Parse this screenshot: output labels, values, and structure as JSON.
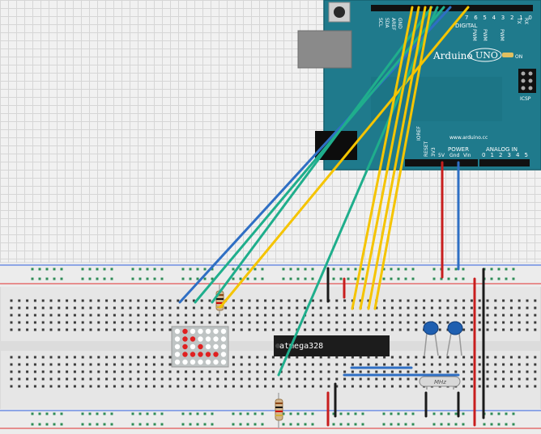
{
  "arduino": {
    "brand": "Arduino",
    "model": "UNO",
    "on_label": "ON",
    "url": "www.arduino.cc",
    "icsp": "ICSP",
    "tx": "TX",
    "rx": "RX",
    "digital": "DIGITAL",
    "pwm": "PWM",
    "aref": "AREF",
    "gnd_top": "GND",
    "scl": "SCL",
    "sda": "SDA",
    "power": "POWER",
    "analog_in": "ANALOG IN",
    "ioref": "IOREF",
    "reset": "RESET",
    "v33": "3V3",
    "v5": "5V",
    "gnd": "Gnd",
    "vin": "Vin",
    "digital_pins": [
      "7",
      "6",
      "5",
      "4",
      "3",
      "2",
      "1",
      "0"
    ],
    "analog_pins": [
      "0",
      "1",
      "2",
      "3",
      "4",
      "5"
    ]
  },
  "chip": {
    "label": "atmega328"
  },
  "crystal": {
    "label": "MHz"
  },
  "colors": {
    "board": "#1f7a8c",
    "wire_blue": "#2f6fc4",
    "wire_green": "#1fae8c",
    "wire_yellow": "#f5c400",
    "wire_red": "#c81e1e",
    "wire_black": "#1a1a1a",
    "rail_red": "#e03030",
    "rail_blue": "#3060e0",
    "led_red": "#e02020",
    "cap_blue": "#1f5fb0"
  }
}
